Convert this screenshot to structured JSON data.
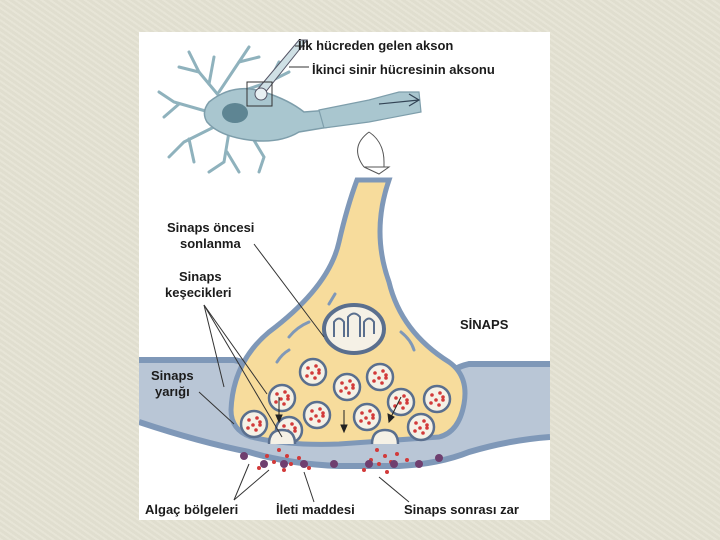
{
  "labels": {
    "first_axon": "İlk hücreden gelen akson",
    "second_axon": "İkinci sinir hücresinin aksonu",
    "presynaptic_terminal_1": "Sinaps öncesi",
    "presynaptic_terminal_2": "sonlanma",
    "vesicles_1": "Sinaps",
    "vesicles_2": "keşecikleri",
    "synapse": "SİNAPS",
    "cleft_1": "Sinaps",
    "cleft_2": "yarığı",
    "receptor_zones": "Algaç bölgeleri",
    "neurotransmitter": "İleti maddesi",
    "postsynaptic_membrane": "Sinaps sonrası zar"
  },
  "colors": {
    "terminal_fill": "#f7dc9c",
    "membrane_blue": "#7f98b8",
    "neuron_body": "#a9c6cf",
    "vesicle_dot": "#d23a3a",
    "receptor": "#6f3f6f"
  }
}
